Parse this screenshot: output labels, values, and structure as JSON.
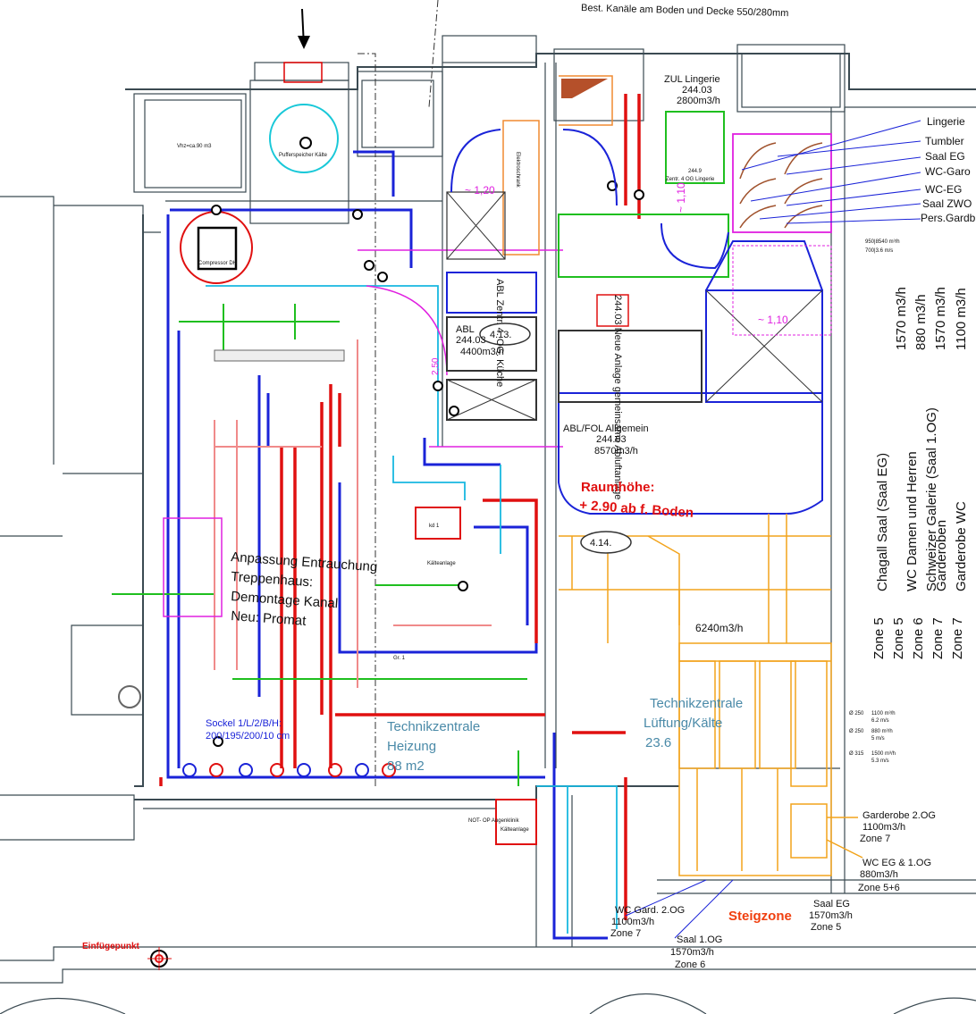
{
  "header_note": "Best. Kanäle am Boden und Decke 550/280mm",
  "labels": {
    "zul_lingerie": "ZUL Lingerie",
    "zul_lingerie_num": "244.03",
    "zul_lingerie_flow": "2800m3/h",
    "pufferspeicher": "Pufferspeicher Kälte",
    "vhz": "Vhz=ca.90 m3",
    "compressor": "Compressor DH",
    "abl_zentr": "ABL Zentr. 4. OG. Küche",
    "abl_244": "ABL",
    "abl_244_num": "244.03",
    "abl_244_flow": "4400m3/h",
    "room_413": "4.13.",
    "room_414": "4.14.",
    "neue_anlage": "244.03 Neue Anlage gemeinsame Abluftanlage",
    "abl_fol": "ABL/FOL Allgemein",
    "abl_fol_num": "244.03",
    "abl_fol_flow": "8570m3/h",
    "raumhoehe_1": "Raumhöhe:",
    "raumhoehe_2": "+ 2.90 ab  f. Boden",
    "anpassung_1": "Anpassung Entrauchung",
    "anpassung_2": "Treppenhaus:",
    "anpassung_3": "Demontage Kanal",
    "anpassung_4": "Neu: Promat",
    "sockel": "Sockel 1/L/2/B/H:",
    "sockel_dim": "200/195/200/10 cm",
    "tz_heizung_1": "Technikzentrale",
    "tz_heizung_2": "Heizung",
    "tz_heizung_3": "88 m2",
    "tz_lueftung_1": "Technikzentrale",
    "tz_lueftung_2": "Lüftung/Kälte",
    "tz_lueftung_3": "23.6",
    "flow_6240": "6240m3/h",
    "kaelteanlage": "Kälteanlage",
    "kd1": "kd 1",
    "notop": "NOT- OP Augenklinik",
    "notop_2": "Kälteanlage",
    "einfuegepunkt": "Einfügepunkt",
    "steigzone": "Steigzone",
    "dim_120": "~ 1,20",
    "dim_110v": "~ 1,10",
    "dim_110h": "~ 1,10",
    "dim_250": "2,50",
    "grundriss_2": "Gr. 1",
    "elektro": "Elektroschrank"
  },
  "legend_right": [
    "Lingerie",
    "Tumbler",
    "Saal EG",
    "WC-Garo",
    "WC-EG",
    "Saal ZWO",
    "Pers.Gardb"
  ],
  "flows_vertical": [
    "1570 m3/h",
    "880 m3/h",
    "1570 m3/h",
    "1100 m3/h"
  ],
  "rooms_vertical": [
    "Chagall Saal (Saal EG)",
    "WC Damen und Herren",
    "Schweizer Galerie (Saal 1.OG)",
    "Garderoben",
    "Garderobe WC"
  ],
  "zones_vertical": [
    "Zone 5",
    "Zone 5",
    "Zone 6",
    "Zone 7",
    "Zone 7"
  ],
  "duct_specs": [
    {
      "d": "Ø 250",
      "flow": "1100 m³/h",
      "v": "6.2 m/s"
    },
    {
      "d": "Ø 250",
      "flow": "880 m³/h",
      "v": "5 m/s"
    },
    {
      "d": "Ø 315",
      "flow": "1500 m³/h",
      "v": "5.3 m/s"
    }
  ],
  "bottom_right": [
    {
      "l1": "Garderobe 2.OG",
      "l2": "1100m3/h",
      "l3": "Zone 7"
    },
    {
      "l1": "WC EG & 1.OG",
      "l2": "880m3/h",
      "l3": "Zone 5+6"
    },
    {
      "l1": "Saal EG",
      "l2": "1570m3/h",
      "l3": "Zone 5"
    }
  ],
  "bottom_mid": [
    {
      "l1": "WC Gard. 2.OG",
      "l2": "1100m3/h",
      "l3": "Zone 7"
    },
    {
      "l1": "Saal 1.OG",
      "l2": "1570m3/h",
      "l3": "Zone 6"
    }
  ],
  "small_notes": {
    "n950": "950|8540 m³/h",
    "n700": "700|3.6 m/s",
    "n2449": "244.9",
    "n2449b": "Zentr. 4 OG Lingerie"
  },
  "colors": {
    "wall": "#3b4a52",
    "blue": "#1a23d8",
    "red": "#e01010",
    "green": "#1fbf1f",
    "orange": "#f2a31b",
    "magenta": "#e020e0",
    "cyan": "#18b8e0",
    "teal_text": "#4a8aa8",
    "brown": "#a0522d"
  }
}
